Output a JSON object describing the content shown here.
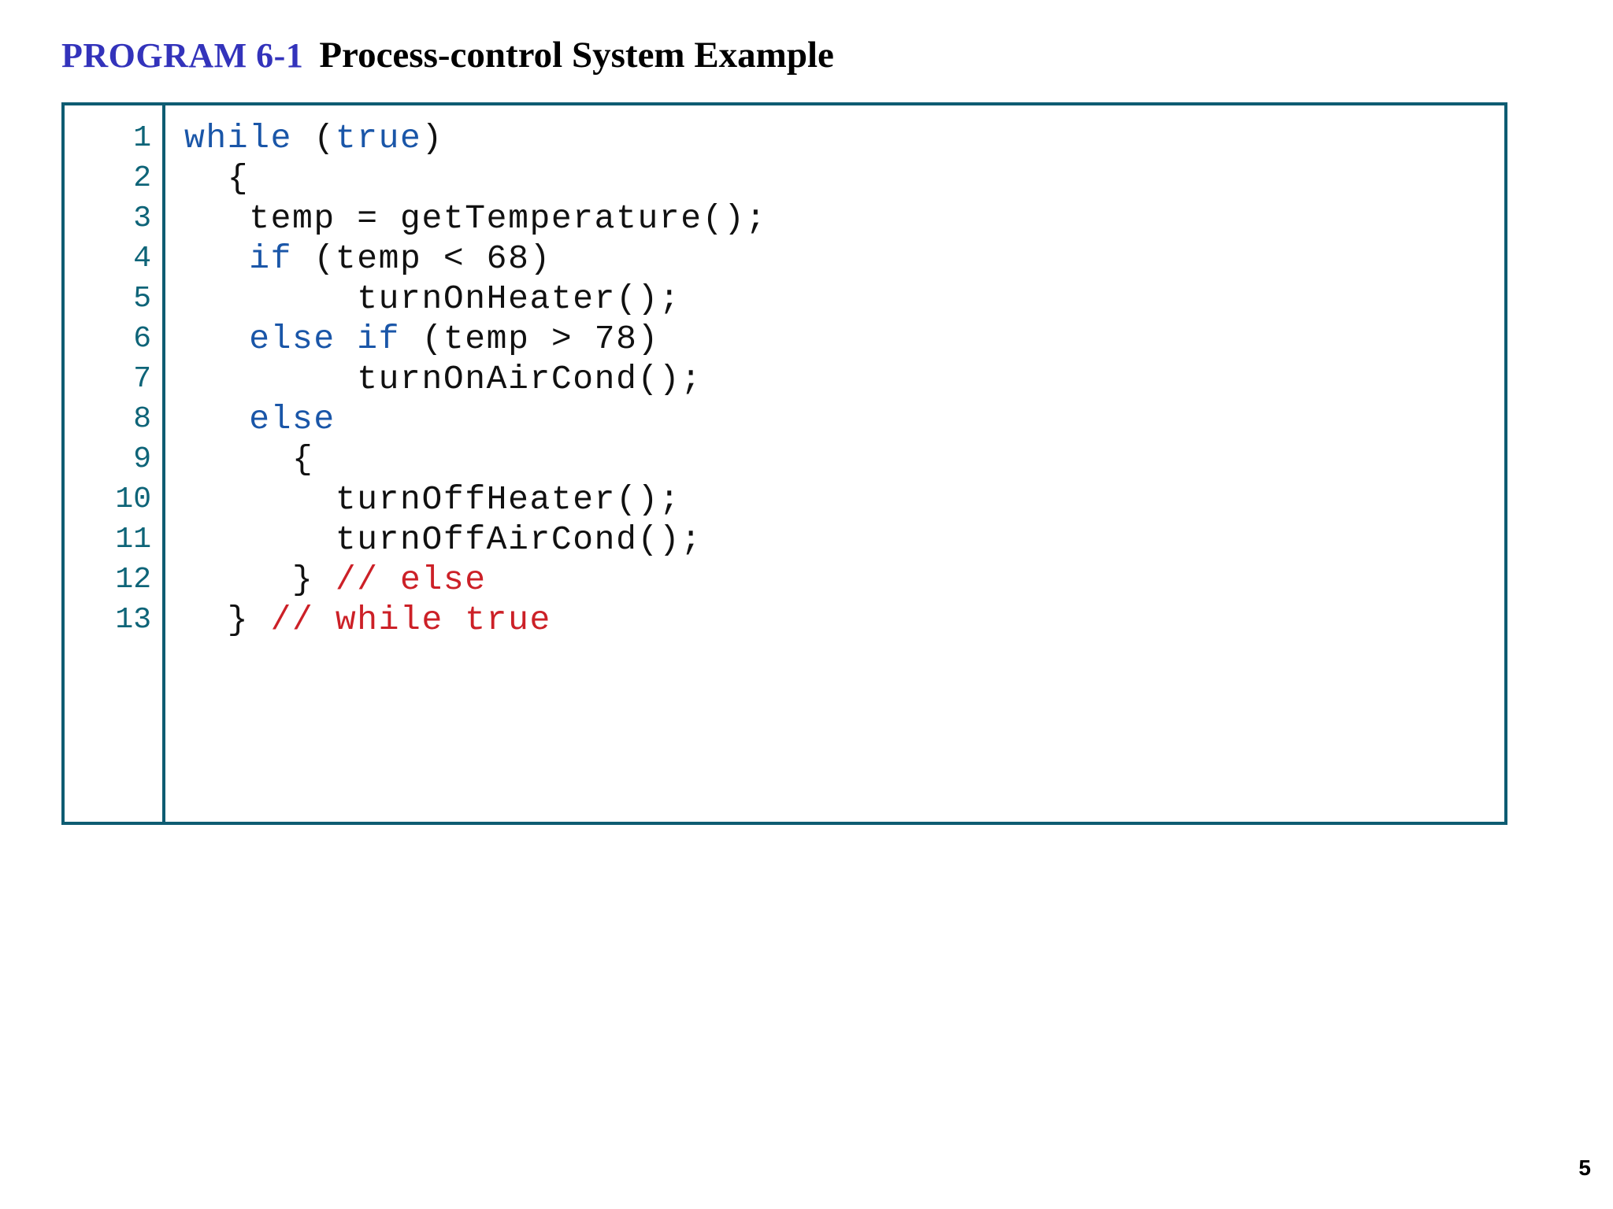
{
  "slide": {
    "title_tag": "PROGRAM 6-1",
    "title_text": "Process-control System Example",
    "page_number": "5"
  },
  "colors": {
    "title_tag": "#3333bb",
    "title_text": "#000000",
    "border": "#0e5c72",
    "line_number": "#0e6478",
    "keyword": "#1a56a8",
    "comment": "#cc2027",
    "plain": "#111111",
    "background": "#ffffff"
  },
  "code": {
    "language": "java",
    "line_numbers": [
      "1",
      "2",
      "3",
      "4",
      "5",
      "6",
      "7",
      "8",
      "9",
      "10",
      "11",
      "12",
      "13"
    ],
    "lines": [
      {
        "n": "1",
        "tokens": [
          {
            "t": "kw",
            "s": "while"
          },
          {
            "t": "pl",
            "s": " ("
          },
          {
            "t": "kw",
            "s": "true"
          },
          {
            "t": "pl",
            "s": ")"
          }
        ]
      },
      {
        "n": "2",
        "tokens": [
          {
            "t": "pl",
            "s": "  {"
          }
        ]
      },
      {
        "n": "3",
        "tokens": [
          {
            "t": "pl",
            "s": "   temp = getTemperature();"
          }
        ]
      },
      {
        "n": "4",
        "tokens": [
          {
            "t": "pl",
            "s": "   "
          },
          {
            "t": "kw",
            "s": "if"
          },
          {
            "t": "pl",
            "s": " (temp < 68)"
          }
        ]
      },
      {
        "n": "5",
        "tokens": [
          {
            "t": "pl",
            "s": "        turnOnHeater();"
          }
        ]
      },
      {
        "n": "6",
        "tokens": [
          {
            "t": "pl",
            "s": "   "
          },
          {
            "t": "kw",
            "s": "else if"
          },
          {
            "t": "pl",
            "s": " (temp > 78)"
          }
        ]
      },
      {
        "n": "7",
        "tokens": [
          {
            "t": "pl",
            "s": "        turnOnAirCond();"
          }
        ]
      },
      {
        "n": "8",
        "tokens": [
          {
            "t": "pl",
            "s": "   "
          },
          {
            "t": "kw",
            "s": "else"
          }
        ]
      },
      {
        "n": "9",
        "tokens": [
          {
            "t": "pl",
            "s": "     {"
          }
        ]
      },
      {
        "n": "10",
        "tokens": [
          {
            "t": "pl",
            "s": "       turnOffHeater();"
          }
        ]
      },
      {
        "n": "11",
        "tokens": [
          {
            "t": "pl",
            "s": "       turnOffAirCond();"
          }
        ]
      },
      {
        "n": "12",
        "tokens": [
          {
            "t": "pl",
            "s": "     } "
          },
          {
            "t": "cmt",
            "s": "// else"
          }
        ]
      },
      {
        "n": "13",
        "tokens": [
          {
            "t": "pl",
            "s": "  } "
          },
          {
            "t": "cmt",
            "s": "// while true"
          }
        ]
      }
    ]
  }
}
